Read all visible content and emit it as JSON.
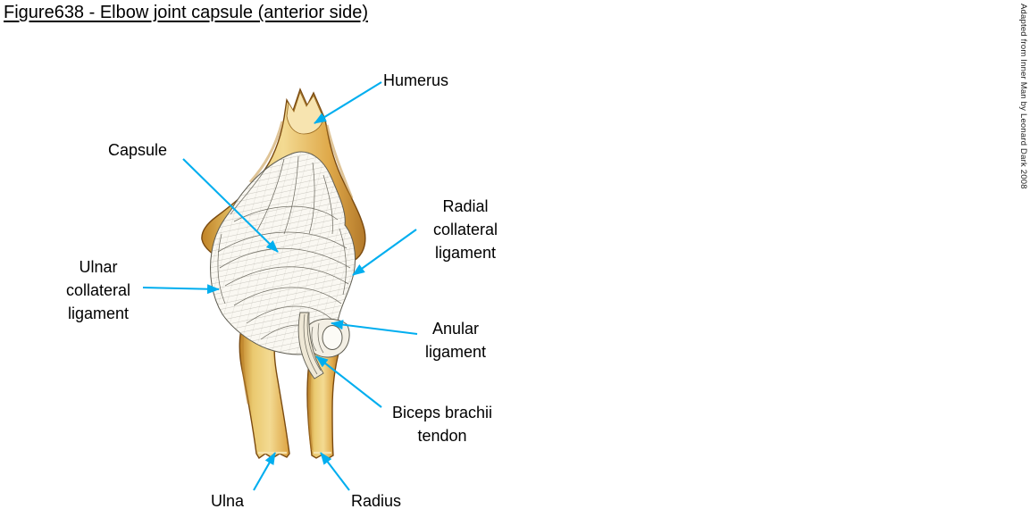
{
  "figure": {
    "title": "Figure638 - Elbow joint capsule (anterior side)",
    "credit": "Adapted from Inner Man by Leonard Dark 2008"
  },
  "labels": {
    "humerus": "Humerus",
    "capsule": "Capsule",
    "radial_collateral_ligament": "Radial\ncollateral\nligament",
    "ulnar_collateral_ligament": "Ulnar\ncollateral\nligament",
    "anular_ligament": "Anular\nligament",
    "biceps_brachii_tendon": "Biceps brachii\ntendon",
    "ulna": "Ulna",
    "radius": "Radius"
  },
  "colors": {
    "arrow_color": "#00AEEF",
    "bone_color": "#E8BE62",
    "bone_outline_color": "#7A4A10",
    "capsule_color": "#FAF8F2",
    "text_color": "#000000",
    "background_color": "#FFFFFF"
  }
}
